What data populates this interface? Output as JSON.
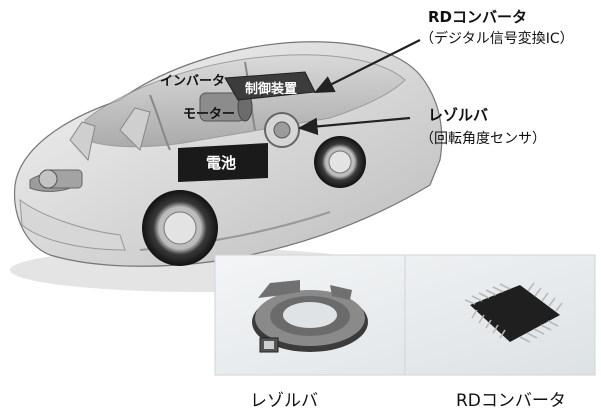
{
  "callouts": {
    "rd_converter": {
      "title": "RDコンバータ",
      "subtitle": "（デジタル信号変換IC）"
    },
    "resolver": {
      "title": "レゾルバ",
      "subtitle": "（回転角度センサ）"
    }
  },
  "car_labels": {
    "inverter": "インバータ",
    "controller": "制御装置",
    "motor": "モーター",
    "battery": "電池"
  },
  "photos": {
    "resolver_caption": "レゾルバ",
    "rd_converter_caption": "RDコンバータ"
  },
  "colors": {
    "battery": "#1a1a1a",
    "photo_bg": "#e9edef",
    "arrow": "#222222"
  }
}
